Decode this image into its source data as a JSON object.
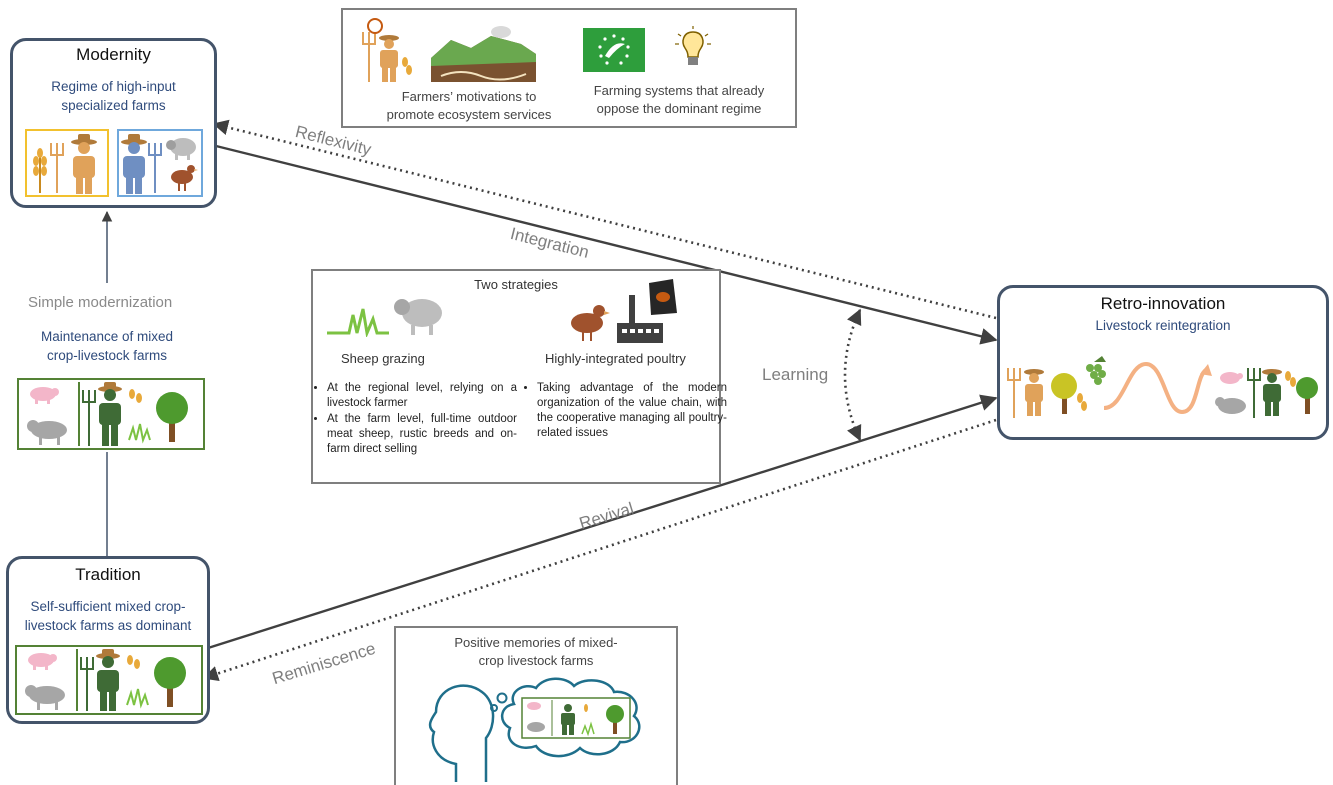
{
  "nodes": {
    "modernity": {
      "title": "Modernity",
      "subtitle_line1": "Regime of high-input",
      "subtitle_line2": "specialized farms"
    },
    "tradition": {
      "title": "Tradition",
      "subtitle_line1": "Self-sufficient mixed crop-",
      "subtitle_line2": "livestock farms as dominant"
    },
    "retro": {
      "title": "Retro-innovation",
      "subtitle": "Livestock reintegration"
    }
  },
  "pathways": {
    "simple_modernization": "Simple modernization",
    "maintenance_line1": "Maintenance of mixed",
    "maintenance_line2": "crop-livestock farms"
  },
  "edges": {
    "reflexivity": "Reflexivity",
    "integration": "Integration",
    "learning": "Learning",
    "revival": "Revival",
    "reminiscence": "Reminiscence"
  },
  "top_box": {
    "left_line1": "Farmers’ motivations to",
    "left_line2": "promote ecosystem services",
    "right_line1": "Farming systems that already",
    "right_line2": "oppose the dominant regime"
  },
  "strategies": {
    "heading": "Two strategies",
    "sheep": {
      "title": "Sheep grazing",
      "bullets": [
        "At the regional level, relying on a livestock farmer",
        "At the farm level, full-time outdoor meat sheep, rustic breeds and on-farm direct selling"
      ]
    },
    "poultry": {
      "title": "Highly-integrated poultry",
      "bullets": [
        "Taking advantage of the modern organization of the value chain, with the cooperative managing all poultry-related issues"
      ]
    }
  },
  "memories": {
    "line1": "Positive memories of mixed-",
    "line2": "crop livestock farms"
  },
  "colors": {
    "node_border": "#44546a",
    "frame_border": "#7f7f7f",
    "crop_frame": "#f2c12e",
    "livestock_frame": "#6fa8dc",
    "mixed_frame": "#548235",
    "farmer_green": "#3f6b36",
    "farmer_blue": "#6f8fc2",
    "farmer_tan": "#e0a25a",
    "wave": "#f4b183",
    "eu_green": "#2e9e3c"
  },
  "icons": [
    "farmer-icon",
    "pitchfork-icon",
    "wheat-icon",
    "sheep-icon",
    "chicken-icon",
    "cow-icon",
    "pig-icon",
    "tree-icon",
    "grass-icon",
    "lightbulb-icon",
    "eu-organic-logo-icon",
    "factory-icon",
    "feed-bag-icon",
    "grapes-icon",
    "head-icon",
    "thought-bubble-icon",
    "wave-icon"
  ]
}
